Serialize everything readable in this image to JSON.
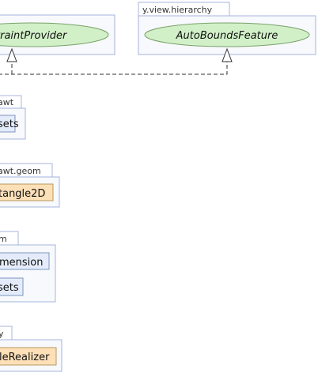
{
  "packages": {
    "top_left": {
      "label": ""
    },
    "view_hierarchy": {
      "label": "y.view.hierarchy"
    },
    "awt": {
      "label": "awt"
    },
    "awt_geom": {
      "label": "awt.geom"
    },
    "pkg_m": {
      "label": "m"
    },
    "pkg_y": {
      "label": "y"
    }
  },
  "nodes": {
    "constraint_provider": "traintProvider",
    "auto_bounds_feature": "AutoBoundsFeature",
    "insets_1": "sets",
    "rectangle2d": "tangle2D",
    "dimension": "mension",
    "insets_2": "sets",
    "node_realizer": "leRealizer"
  },
  "colors": {
    "interface_fill": "#d2f0c8",
    "class_fill": "#e4ecfb",
    "abstract_fill": "#fde0b8",
    "package_border": "#a6b4dc"
  }
}
